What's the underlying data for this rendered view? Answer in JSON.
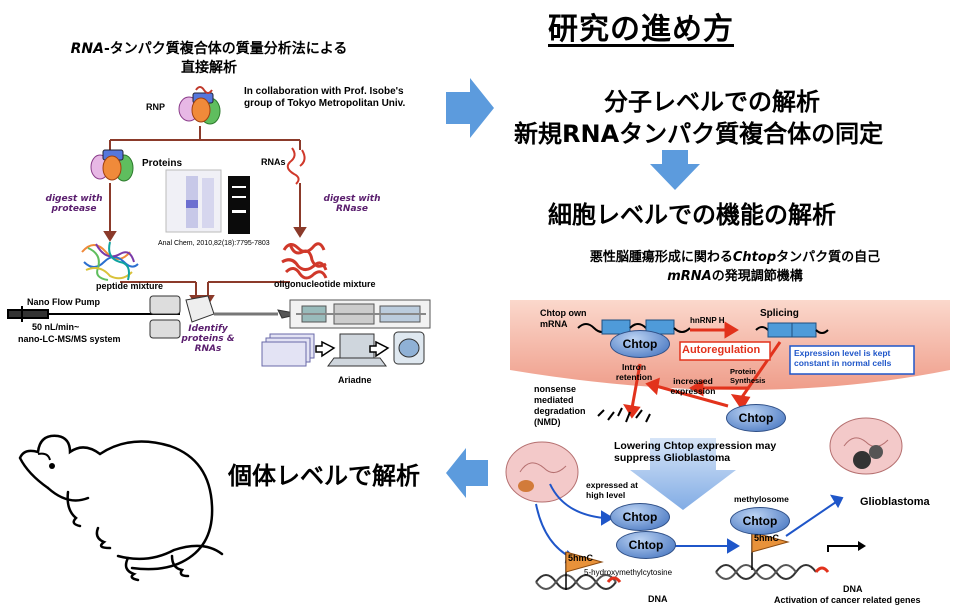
{
  "title": "研究の進め方",
  "left_top": {
    "heading_italic": "RNA",
    "heading_rest": "-タンパク質複合体の質量分析法による",
    "heading_line2": "直接解析",
    "collab": "In collaboration with Prof. Isobe's group of Tokyo Metropolitan Univ.",
    "rnp": "RNP",
    "proteins": "Proteins",
    "rnas": "RNAs",
    "digest_protease": "digest with protease",
    "digest_rnase": "digest with RNase",
    "citation": "Anal Chem, 2010,82(18):7795-7803",
    "peptide_mixture": "peptide mixture",
    "oligo_mixture": "oligonucleotide mixture",
    "pump": "Nano Flow Pump",
    "flow_rate": "50 nL/min~",
    "system": "nano-LC-MS/MS system",
    "identify": "Identify proteins & RNAs",
    "ariadne": "Ariadne"
  },
  "right_steps": {
    "step1_line1": "分子レベルでの解析",
    "step1_line2": "新規RNAタンパク質複合体の同定",
    "step2": "細胞レベルでの機能の解析",
    "step3": "個体レベルで解析"
  },
  "mech": {
    "title_part1": "悪性脳腫瘍形成に関わる",
    "title_italic": "Chtop",
    "title_part2": "タンパク質の自己",
    "title_line2_italic": "mRNA",
    "title_line2_rest": "の発現調節機構",
    "own_mrna": "Chtop own mRNA",
    "hnrnp": "hnRNP H",
    "splicing": "Splicing",
    "chtop": "Chtop",
    "autoregulation": "Autoregulation",
    "expression_kept": "Expression level is kept constant  in normal cells",
    "intron_retention": "Intron retention",
    "increased_expression": "increased expression",
    "protein_synthesis": "Protein Synthesis",
    "nmd": "nonsense mediated degradation (NMD)",
    "lowering": "Lowering Chtop expression may suppress Glioblastoma",
    "expressed_high": "expressed at high level",
    "methylosome": "methylosome",
    "glioblastoma": "Glioblastoma",
    "five_hmc": "5hmC",
    "hydroxy": "5-hydroxymethylcytosine",
    "dna": "DNA",
    "activation": "Activation of cancer related genes"
  },
  "colors": {
    "blue_arrow": "#4a90d9",
    "red_arrow": "#e2321c",
    "panel_pink": "#f8c6b9",
    "purple_text": "#5a1e6e",
    "flag_orange": "#e8923a"
  }
}
